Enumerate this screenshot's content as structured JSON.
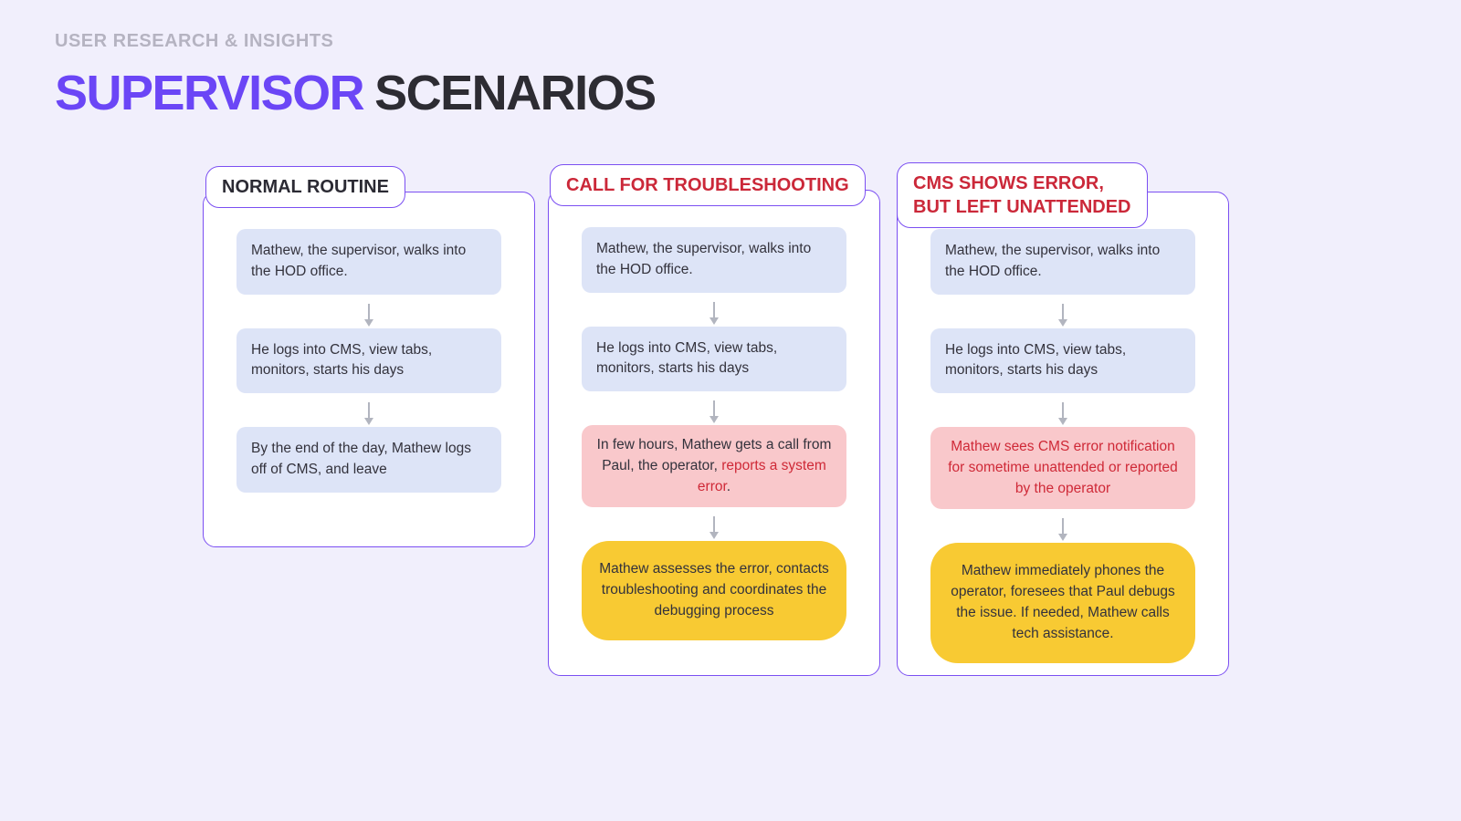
{
  "header": {
    "eyebrow": "USER RESEARCH & INSIGHTS",
    "title_accent": "SUPERVISOR",
    "title_rest": "SCENARIOS"
  },
  "colors": {
    "background": "#f1effc",
    "panel_fill": "#ffffff",
    "panel_border": "#7b4ff2",
    "title_accent_purple": "#6b46f6",
    "title_dark": "#2d2c33",
    "eyebrow_gray": "#b5b3c1",
    "step_blue": "#dde4f7",
    "step_pink": "#f9c8cb",
    "step_yellow": "#f8ca33",
    "alert_red": "#cf2937",
    "tab_red": "#cb2839",
    "arrow_gray": "#b2b5bf"
  },
  "icons": {
    "flow_arrow": "arrow-down"
  },
  "columns": [
    {
      "tab": "NORMAL ROUTINE",
      "steps": [
        {
          "type": "info",
          "text": "Mathew, the supervisor, walks into the HOD office."
        },
        {
          "type": "info",
          "text": "He logs into CMS, view tabs, monitors, starts his days"
        },
        {
          "type": "info",
          "text": "By the end of the day, Mathew logs off of CMS, and leave"
        }
      ]
    },
    {
      "tab": "CALL FOR TROUBLESHOOTING",
      "steps": [
        {
          "type": "info",
          "text": "Mathew, the supervisor, walks into the HOD office."
        },
        {
          "type": "info",
          "text": "He logs into CMS, view tabs, monitors, starts his days"
        },
        {
          "type": "alert",
          "prefix": "In few hours, Mathew gets a call from Paul, the operator, ",
          "highlight": "reports a system error",
          "suffix": "."
        },
        {
          "type": "action",
          "text": "Mathew assesses the error, contacts troubleshooting and coordinates the debugging process"
        }
      ]
    },
    {
      "tab": "CMS SHOWS ERROR,\nBUT LEFT UNATTENDED",
      "steps": [
        {
          "type": "info",
          "text": "Mathew, the supervisor, walks into the HOD office."
        },
        {
          "type": "info",
          "text": "He logs into CMS, view tabs, monitors, starts his days"
        },
        {
          "type": "alert",
          "text": "Mathew sees CMS error notification for sometime unattended or reported by the operator"
        },
        {
          "type": "action",
          "text": "Mathew immediately phones the operator, foresees that Paul debugs the issue. If needed, Mathew calls tech assistance."
        }
      ]
    }
  ]
}
